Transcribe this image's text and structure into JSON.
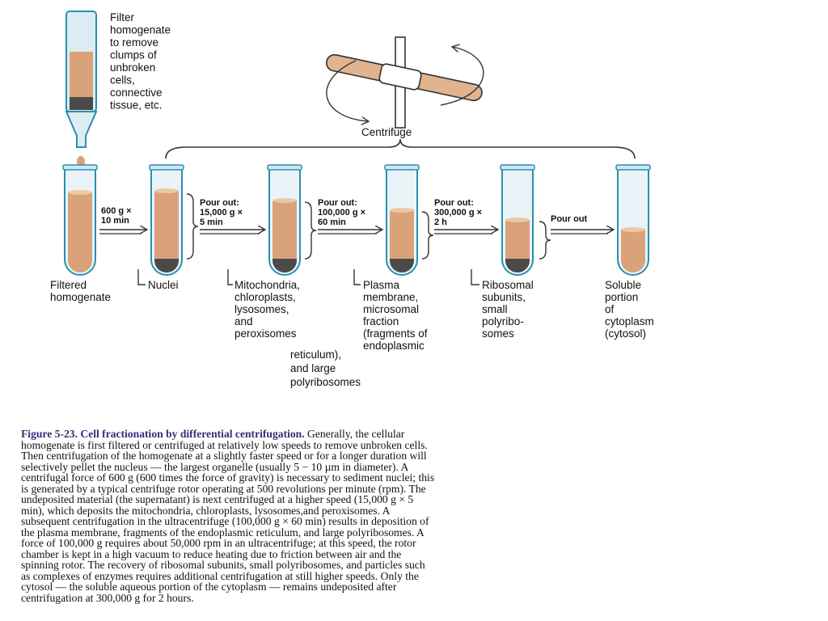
{
  "diagram": {
    "filter_label": [
      "Filter",
      "homogenate",
      "to remove",
      "clumps of",
      "unbroken",
      "cells,",
      "connective",
      "tissue, etc."
    ],
    "centrifuge_label": "Centrifuge",
    "steps": [
      {
        "lines": [
          "600 g ×",
          "10 min"
        ]
      },
      {
        "lines": [
          "Pour out:",
          "15,000 g ×",
          "5 min"
        ]
      },
      {
        "lines": [
          "Pour out:",
          "100,000 g ×",
          "60 min"
        ]
      },
      {
        "lines": [
          "Pour out:",
          "300,000 g ×",
          "2 h"
        ]
      },
      {
        "lines": [
          "Pour out"
        ]
      }
    ],
    "labels": {
      "filtered": [
        "Filtered",
        "homogenate"
      ],
      "nuclei": [
        "Nuclei"
      ],
      "mito": [
        "Mitochondria,",
        "chloroplasts,",
        "lysosomes,",
        "and",
        "peroxisomes"
      ],
      "plasma": [
        "Plasma",
        "membrane,",
        "microsomal",
        "fraction",
        "(fragments of",
        "endoplasmic"
      ],
      "ribosomal": [
        "Ribosomal",
        "subunits,",
        "small",
        "polyribo-",
        "somes"
      ],
      "soluble": [
        "Soluble",
        "portion",
        "of",
        "cytoplasm",
        "(cytosol)"
      ],
      "continuation": [
        "reticulum),",
        "and large",
        "polyribosomes"
      ]
    },
    "colors": {
      "fluid": "#d9a27a",
      "pellet": "#4a4a4a",
      "tube_glass": "#cfe6ef",
      "tube_outline": "#2a8fb0"
    }
  },
  "caption": {
    "title": "Figure 5-23. Cell fractionation by differential centrifugation.",
    "lines": [
      " Generally, the cellular",
      "homogenate is first filtered or centrifuged at relatively low speeds to remove unbroken cells.",
      "Then centrifugation of the homogenate at a slightly faster speed or for a longer duration will",
      "selectively pellet the nucleus — the largest organelle (usually 5 − 10 µm in diameter). A",
      "centrifugal force of 600 g (600 times the force of gravity) is necessary to sediment nuclei; this",
      "is generated by a typical centrifuge rotor operating at 500 revolutions per minute (rpm). The",
      "undeposited material (the supernatant) is next centrifuged at a higher speed (15,000 g × 5",
      "min), which deposits the mitochondria, chloroplasts, lysosomes,and peroxisomes. A",
      "subsequent centrifugation in the ultracentrifuge (100,000 g × 60 min) results in deposition of",
      "the plasma membrane, fragments of the endoplasmic reticulum, and large polyribosomes. A",
      "force of 100,000 g requires about 50,000 rpm in an ultracentrifuge; at this speed, the rotor",
      "chamber is kept in a high vacuum to reduce heating due to friction between air and the",
      "spinning rotor. The recovery of ribosomal subunits, small polyribosomes, and particles such",
      "as complexes of enzymes requires additional centrifugation at still higher speeds. Only the",
      "cytosol — the soluble aqueous portion of the cytoplasm — remains undeposited after",
      "centrifugation at 300,000 g for 2 hours."
    ]
  }
}
